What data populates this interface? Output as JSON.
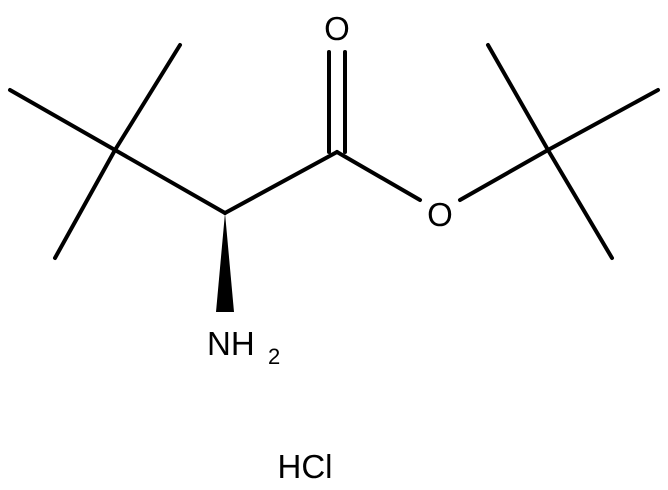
{
  "molecule": {
    "atoms": {
      "carbonyl_oxygen": "O",
      "ester_oxygen": "O",
      "amine_main": "NH",
      "amine_subscript": "2"
    },
    "salt": "HCl",
    "colors": {
      "ink": "#000000",
      "background": "#ffffff"
    }
  }
}
